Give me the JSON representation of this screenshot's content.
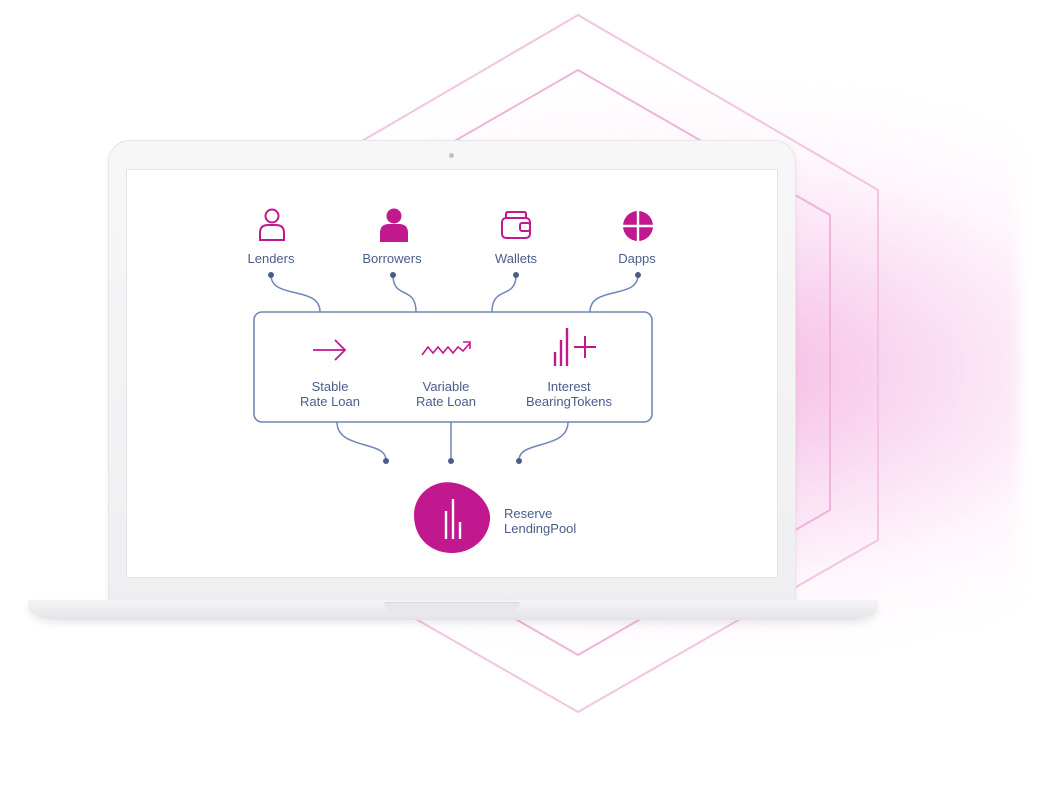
{
  "top_nodes": [
    {
      "label": "Lenders",
      "icon": "user-outline-icon"
    },
    {
      "label": "Borrowers",
      "icon": "user-filled-icon"
    },
    {
      "label": "Wallets",
      "icon": "wallet-icon"
    },
    {
      "label": "Dapps",
      "icon": "dapps-grid-icon"
    }
  ],
  "products": [
    {
      "line1": "Stable",
      "line2": "Rate Loan",
      "icon": "arrow-right-icon"
    },
    {
      "line1": "Variable",
      "line2": "Rate Loan",
      "icon": "zigzag-trend-icon"
    },
    {
      "line1": "Interest",
      "line2": "BearingTokens",
      "icon": "bars-plus-icon"
    }
  ],
  "pool": {
    "line1": "Reserve",
    "line2": "LendingPool",
    "icon": "pool-bars-icon"
  },
  "colors": {
    "accent": "#c2188f",
    "line": "#4a5d8a",
    "connector": "#6f86b8"
  }
}
